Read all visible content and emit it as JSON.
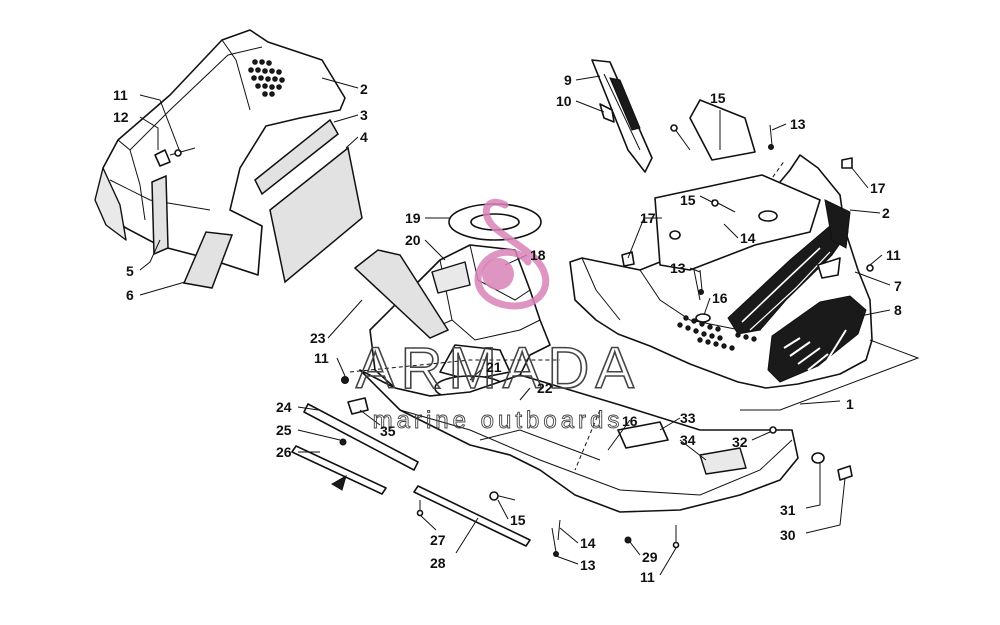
{
  "watermark": {
    "brand": "ARMADA",
    "tagline": "marine outboards",
    "logo_color": "#d983b6"
  },
  "callouts": [
    {
      "id": "c1",
      "text": "1"
    },
    {
      "id": "c2a",
      "text": "2"
    },
    {
      "id": "c2b",
      "text": "2"
    },
    {
      "id": "c3",
      "text": "3"
    },
    {
      "id": "c4",
      "text": "4"
    },
    {
      "id": "c5",
      "text": "5"
    },
    {
      "id": "c6",
      "text": "6"
    },
    {
      "id": "c7",
      "text": "7"
    },
    {
      "id": "c8",
      "text": "8"
    },
    {
      "id": "c9",
      "text": "9"
    },
    {
      "id": "c10",
      "text": "10"
    },
    {
      "id": "c11a",
      "text": "11"
    },
    {
      "id": "c11b",
      "text": "11"
    },
    {
      "id": "c11c",
      "text": "11"
    },
    {
      "id": "c11d",
      "text": "11"
    },
    {
      "id": "c12",
      "text": "12"
    },
    {
      "id": "c13a",
      "text": "13"
    },
    {
      "id": "c13b",
      "text": "13"
    },
    {
      "id": "c13c",
      "text": "13"
    },
    {
      "id": "c14a",
      "text": "14"
    },
    {
      "id": "c14b",
      "text": "14"
    },
    {
      "id": "c15a",
      "text": "15"
    },
    {
      "id": "c15b",
      "text": "15"
    },
    {
      "id": "c15c",
      "text": "15"
    },
    {
      "id": "c16a",
      "text": "16"
    },
    {
      "id": "c16b",
      "text": "16"
    },
    {
      "id": "c17a",
      "text": "17"
    },
    {
      "id": "c17b",
      "text": "17"
    },
    {
      "id": "c18",
      "text": "18"
    },
    {
      "id": "c19",
      "text": "19"
    },
    {
      "id": "c20",
      "text": "20"
    },
    {
      "id": "c21",
      "text": "21"
    },
    {
      "id": "c22",
      "text": "22"
    },
    {
      "id": "c23",
      "text": "23"
    },
    {
      "id": "c24",
      "text": "24"
    },
    {
      "id": "c25",
      "text": "25"
    },
    {
      "id": "c26",
      "text": "26"
    },
    {
      "id": "c27",
      "text": "27"
    },
    {
      "id": "c28",
      "text": "28"
    },
    {
      "id": "c29",
      "text": "29"
    },
    {
      "id": "c30",
      "text": "30"
    },
    {
      "id": "c31",
      "text": "31"
    },
    {
      "id": "c32",
      "text": "32"
    },
    {
      "id": "c33",
      "text": "33"
    },
    {
      "id": "c34",
      "text": "34"
    },
    {
      "id": "c35",
      "text": "35"
    }
  ]
}
